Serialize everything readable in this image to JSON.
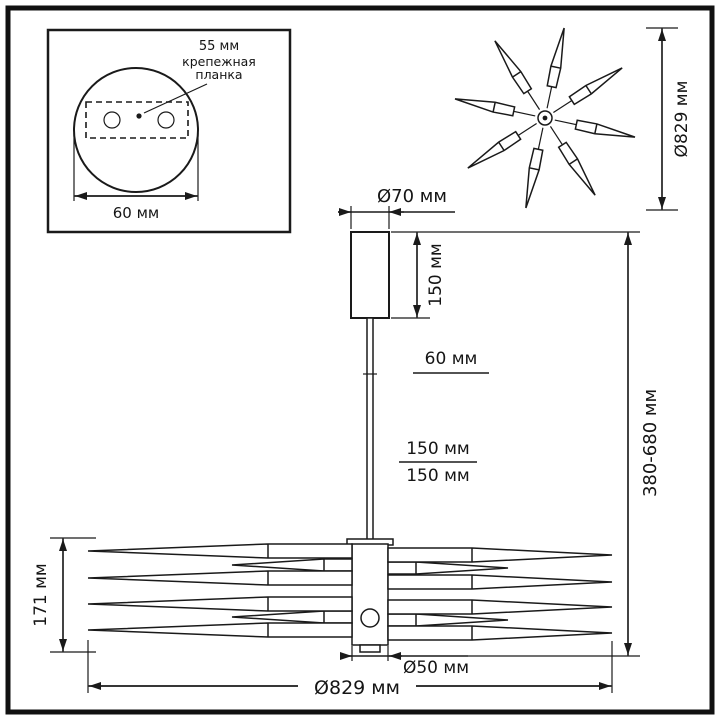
{
  "colors": {
    "line": "#1a1a1a",
    "background": "#ffffff"
  },
  "inset": {
    "dim_55": "55 мм",
    "note_line1": "крепежная",
    "note_line2": "планка",
    "dim_60": "60 мм"
  },
  "top_view": {
    "dim_diameter": "Ø829 мм"
  },
  "side_view": {
    "dim_canopy_diameter": "Ø70 мм",
    "dim_canopy_height": "150 мм",
    "dim_rod": "60 мм",
    "dim_gap_upper": "150 мм",
    "dim_gap_lower": "150 мм",
    "dim_height_range": "380-680 мм",
    "dim_body_height": "171 мм",
    "dim_hub_diameter": "Ø50 мм",
    "dim_total_width": "Ø829 мм"
  }
}
